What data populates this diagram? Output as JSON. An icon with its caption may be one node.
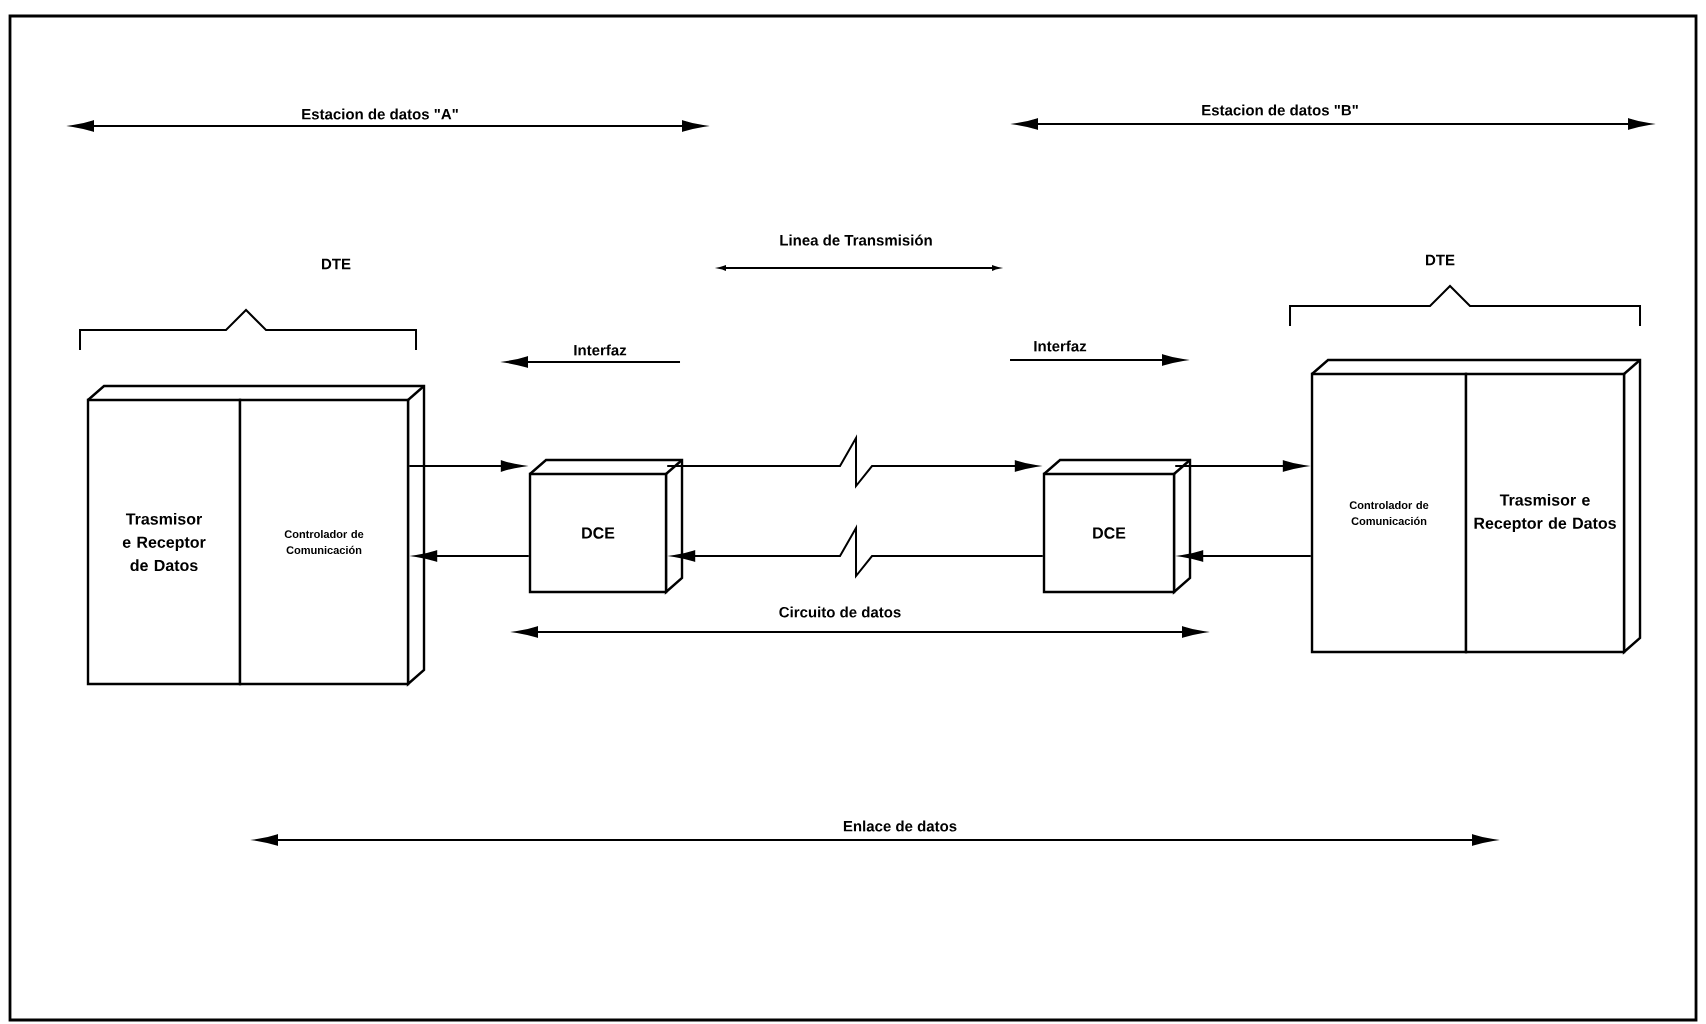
{
  "diagram": {
    "nodes": [
      {
        "text": [
          "Trasmisor e Receptor de Datos"
        ]
      },
      {
        "text": [
          "Controlador de Comunicación"
        ]
      },
      {
        "text": [
          "DCE"
        ]
      },
      {
        "text": [
          "DCE"
        ]
      },
      {
        "text": [
          "Controlador de Comunicación"
        ]
      },
      {
        "text": [
          "Trasmisor e Receptor de Datos"
        ]
      }
    ],
    "edges": [
      {
        "from": 1,
        "to": 2,
        "arrow": "to"
      },
      {
        "from": 2,
        "to": 1,
        "arrow": "to"
      },
      {
        "from": 2,
        "to": 3,
        "arrow": "to"
      },
      {
        "from": 3,
        "to": 2,
        "arrow": "to"
      },
      {
        "from": 3,
        "to": 4,
        "arrow": "to"
      },
      {
        "from": 4,
        "to": 3,
        "arrow": "to"
      }
    ],
    "labels": [
      "Estacion de datos \"A\"",
      "Estacion de datos \"B\"",
      "Linea de Transmisión",
      "DTE",
      "DTE",
      "Interfaz",
      "Interfaz",
      "Circuito de datos",
      "Enlace de datos"
    ]
  }
}
